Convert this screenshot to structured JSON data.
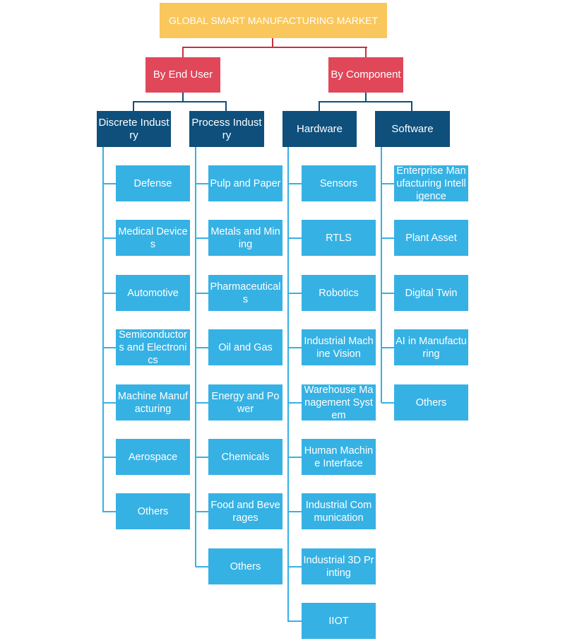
{
  "colors": {
    "root": "#F9C75C",
    "segment": "#E0485A",
    "category": "#0E4F7C",
    "leaf": "#36B1E4"
  },
  "root": {
    "label": "GLOBAL SMART MANUFACTURING MARKET"
  },
  "segments": [
    {
      "label": "By End User",
      "categories": [
        {
          "label": "Discrete Industry",
          "items": [
            "Defense",
            "Medical Devices",
            "Automotive",
            "Semiconductors and Electronics",
            "Machine Manufacturing",
            "Aerospace",
            "Others"
          ]
        },
        {
          "label": "Process Industry",
          "items": [
            "Pulp and Paper",
            "Metals and Mining",
            "Pharmaceuticals",
            "Oil and Gas",
            "Energy and Power",
            "Chemicals",
            "Food and Beverages",
            "Others"
          ]
        }
      ]
    },
    {
      "label": "By Component",
      "categories": [
        {
          "label": "Hardware",
          "items": [
            "Sensors",
            "RTLS",
            "Robotics",
            "Industrial Machine Vision",
            "Warehouse Management System",
            "Human Machine Interface",
            "Industrial Communication",
            "Industrial 3D Printing",
            "IIOT"
          ]
        },
        {
          "label": "Software",
          "items": [
            "Enterprise Manufacturing Intelligence",
            "Plant Asset",
            "Digital Twin",
            "AI in Manufacturing",
            "Others"
          ]
        }
      ]
    }
  ]
}
